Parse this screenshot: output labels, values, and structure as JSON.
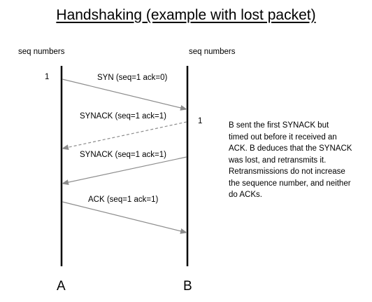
{
  "title": "Handshaking (example with lost packet)",
  "lanes": {
    "left": {
      "header": "seq numbers",
      "seq": "1",
      "node": "A"
    },
    "right": {
      "header": "seq numbers",
      "seq": "1",
      "node": "B"
    }
  },
  "messages": [
    {
      "label": "SYN (seq=1 ack=0)",
      "from": "A",
      "to": "B",
      "style": "solid"
    },
    {
      "label": "SYNACK (seq=1 ack=1)",
      "from": "B",
      "to": "A",
      "style": "dashed"
    },
    {
      "label": "SYNACK (seq=1 ack=1)",
      "from": "B",
      "to": "A",
      "style": "solid"
    },
    {
      "label": "ACK (seq=1 ack=1)",
      "from": "A",
      "to": "B",
      "style": "solid"
    }
  ],
  "note": {
    "lines": [
      "B sent the first SYNACK but",
      "timed out before it received an",
      "ACK. B deduces that the SYNACK",
      "was lost, and retransmits it.",
      "Retransmissions do not increase",
      "the sequence number, and neither",
      "do ACKs."
    ]
  },
  "colors": {
    "arrow": "#8c8c8c",
    "lifeline": "#000000"
  }
}
